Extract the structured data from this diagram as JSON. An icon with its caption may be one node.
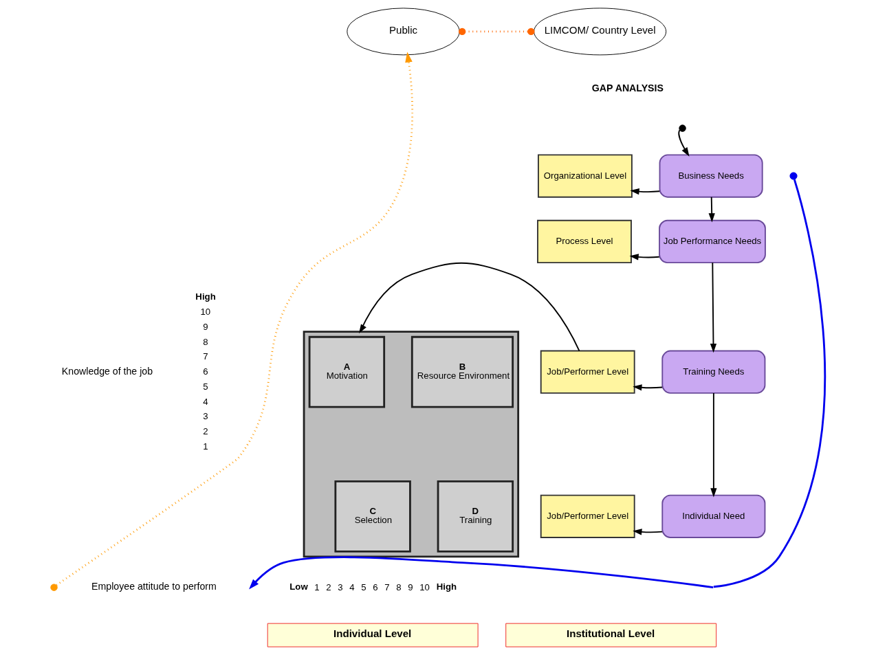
{
  "diagram": {
    "nodes": [
      {
        "text": [
          "Public"
        ]
      },
      {
        "text": [
          "LIMCOM/ Country Level"
        ]
      },
      {
        "text": [
          "Business Needs"
        ]
      },
      {
        "text": [
          "Organizational Level"
        ]
      },
      {
        "text": [
          "Job Performance Needs"
        ]
      },
      {
        "text": [
          "Process Level"
        ]
      },
      {
        "text": [
          "Training Needs"
        ]
      },
      {
        "text": [
          "Job/Performer Level"
        ]
      },
      {
        "text": [
          "Individual Need"
        ]
      },
      {
        "text": [
          "Job/Performer Level"
        ]
      },
      {
        "text": [],
        "shape": "box"
      },
      {
        "text": [
          "A",
          "Motivation"
        ],
        "in": 10
      },
      {
        "text": [
          "B",
          "Resource Environment"
        ],
        "in": 10
      },
      {
        "text": [
          "C",
          "Selection"
        ],
        "in": 10
      },
      {
        "text": [
          "D",
          "Training"
        ],
        "in": 10
      },
      {
        "text": [
          "Individual Level"
        ]
      },
      {
        "text": [
          "Institutional Level"
        ]
      }
    ],
    "edges": [
      {
        "from": 0,
        "to": 1,
        "arrow": "other",
        "style": "dashed",
        "color": "#ff6600"
      },
      {
        "from": null,
        "to": 0,
        "arrow": "to",
        "style": "dashed",
        "color": "#ff9900"
      },
      {
        "from": null,
        "to": 2,
        "arrow": "to"
      },
      {
        "from": 2,
        "to": 3,
        "arrow": "to"
      },
      {
        "from": 2,
        "to": 4,
        "arrow": "to"
      },
      {
        "from": 4,
        "to": 5,
        "arrow": "to"
      },
      {
        "from": 4,
        "to": 6,
        "arrow": "to"
      },
      {
        "from": 6,
        "to": 7,
        "arrow": "to"
      },
      {
        "from": 6,
        "to": 8,
        "arrow": "to"
      },
      {
        "from": 8,
        "to": 9,
        "arrow": "to"
      },
      {
        "from": 7,
        "to": 10,
        "arrow": "to"
      }
    ],
    "labels": [
      "GAP ANALYSIS",
      "High",
      "10",
      "9",
      "8",
      "7",
      "6",
      "5",
      "4",
      "3",
      "2",
      "1",
      "Low",
      "1",
      "2",
      "3",
      "4",
      "5",
      "6",
      "7",
      "8",
      "9",
      "10",
      "High",
      "Knowledge of the job",
      "Employee attitude to perform"
    ]
  }
}
